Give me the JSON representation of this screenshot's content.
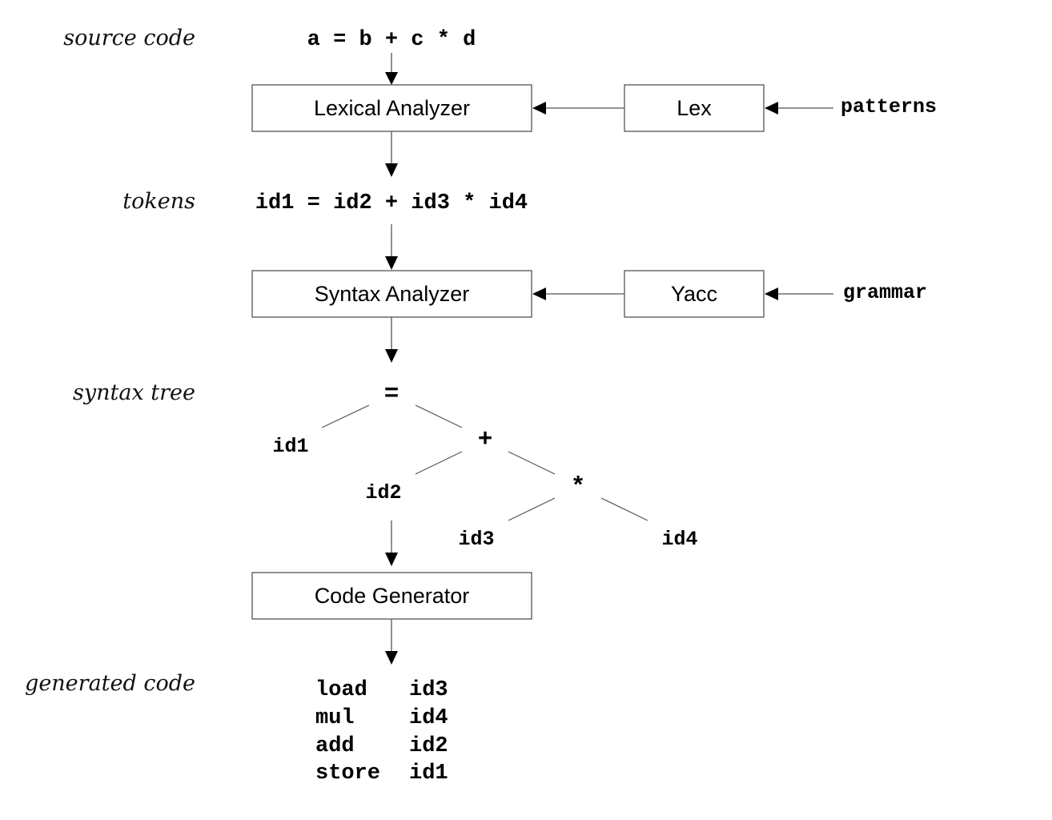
{
  "stages": {
    "source_code": "source code",
    "tokens": "tokens",
    "syntax_tree": "syntax tree",
    "generated_code": "generated code"
  },
  "source_line": "a = b + c * d",
  "tokens_line": "id1 = id2 + id3 * id4",
  "boxes": {
    "lexical_analyzer": "Lexical Analyzer",
    "lex": "Lex",
    "syntax_analyzer": "Syntax Analyzer",
    "yacc": "Yacc",
    "code_generator": "Code Generator"
  },
  "inputs": {
    "patterns": "patterns",
    "grammar": "grammar"
  },
  "tree": {
    "root": "=",
    "id1": "id1",
    "plus": "+",
    "id2": "id2",
    "times": "*",
    "id3": "id3",
    "id4": "id4"
  },
  "generated": [
    {
      "op": "load",
      "arg": "id3"
    },
    {
      "op": "mul",
      "arg": "id4"
    },
    {
      "op": "add",
      "arg": "id2"
    },
    {
      "op": "store",
      "arg": "id1"
    }
  ]
}
